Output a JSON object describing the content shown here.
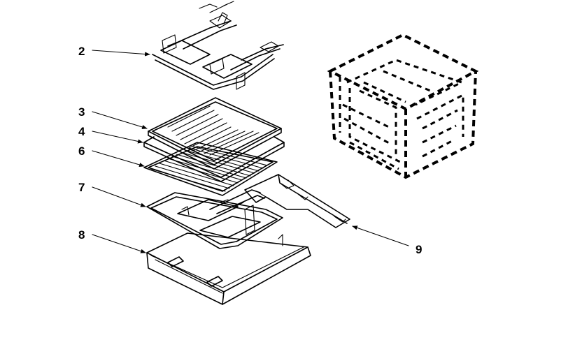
{
  "callouts": [
    {
      "id": "2",
      "label": "2"
    },
    {
      "id": "3",
      "label": "3"
    },
    {
      "id": "4",
      "label": "4"
    },
    {
      "id": "6",
      "label": "6"
    },
    {
      "id": "7",
      "label": "7"
    },
    {
      "id": "8",
      "label": "8"
    },
    {
      "id": "9",
      "label": "9"
    }
  ]
}
